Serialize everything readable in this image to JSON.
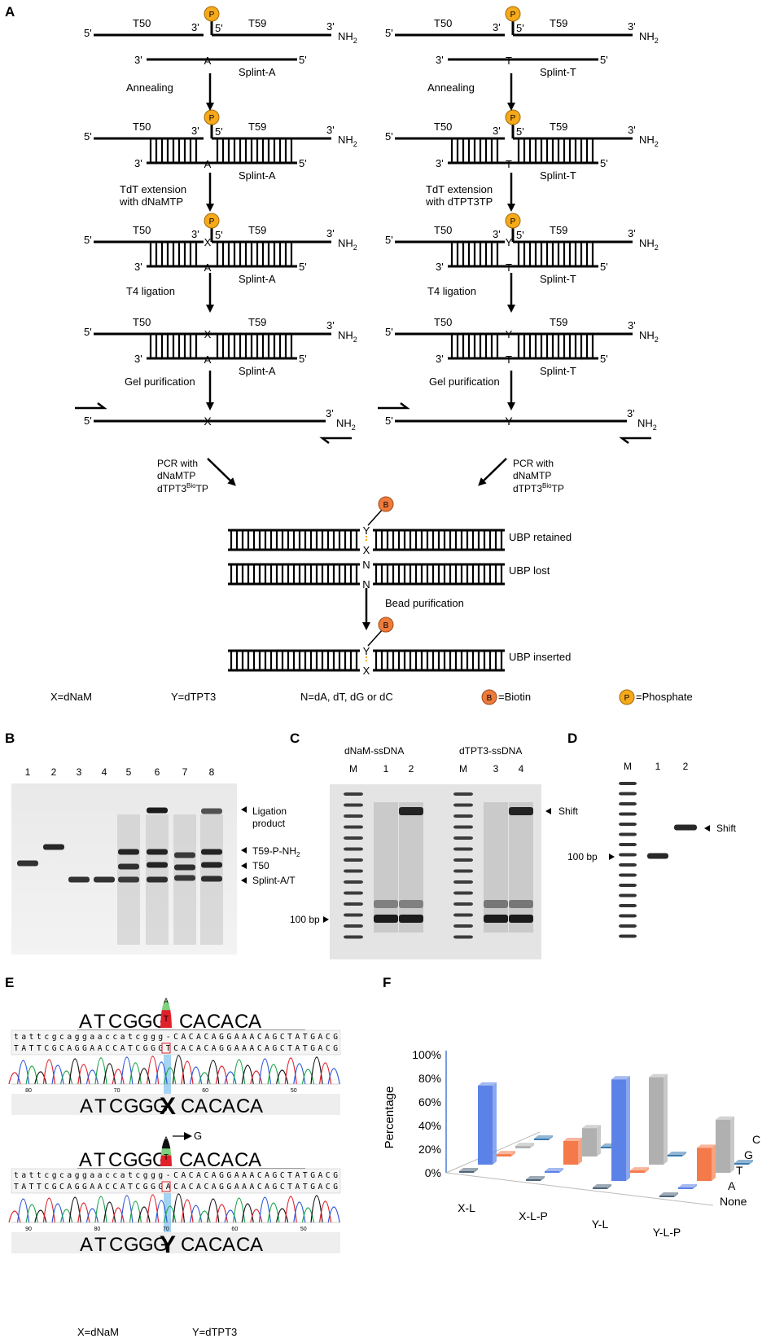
{
  "panels": {
    "A": "A",
    "B": "B",
    "C": "C",
    "D": "D",
    "E": "E",
    "F": "F"
  },
  "strands": {
    "T50": "T50",
    "T59": "T59",
    "splint_a": "Splint-A",
    "splint_t": "Splint-T",
    "p5": "5'",
    "p3": "3'",
    "nh2": "NH",
    "nh2_sub": "2"
  },
  "bases": {
    "A": "A",
    "T": "T",
    "X": "X",
    "Y": "Y",
    "N": "N",
    "P": "P",
    "B": "B"
  },
  "steps": {
    "annealing": "Annealing",
    "tdt_a_1": "TdT extension",
    "tdt_a_2": "with dNaMTP",
    "tdt_t_1": "TdT extension",
    "tdt_t_2": "with dTPT3TP",
    "ligation": "T4 ligation",
    "gel": "Gel purification",
    "pcr_1": "PCR with",
    "pcr_2": "dNaMTP",
    "pcr_3": "dTPT3",
    "pcr_3_sup": "Bio",
    "pcr_3_end": "TP",
    "bead": "Bead purification"
  },
  "duplex_labels": {
    "retained": "UBP retained",
    "lost": "UBP lost",
    "inserted": "UBP inserted"
  },
  "legend": {
    "x": "X=dNaM",
    "y": "Y=dTPT3",
    "n": "N=dA, dT, dG or dC",
    "b": "=Biotin",
    "p": "=Phosphate"
  },
  "gel_b": {
    "lanes": [
      "1",
      "2",
      "3",
      "4",
      "5",
      "6",
      "7",
      "8"
    ],
    "labels": {
      "ligation_1": "Ligation",
      "ligation_2": "product",
      "t59": "T59-P-NH",
      "t59_sub": "2",
      "t50": "T50",
      "splint": "Splint-A/T"
    }
  },
  "gel_c": {
    "title_left": "dNaM-ssDNA",
    "title_right": "dTPT3-ssDNA",
    "lanes": [
      "M",
      "1",
      "2",
      "M",
      "3",
      "4"
    ],
    "marker": "100 bp",
    "shift": "Shift"
  },
  "gel_d": {
    "lanes": [
      "M",
      "1",
      "2"
    ],
    "marker": "100 bp",
    "shift": "Shift"
  },
  "seq": {
    "logo_left": [
      {
        "c": "A",
        "col": "#7ed37e"
      },
      {
        "c": "T",
        "col": "#e0202a"
      },
      {
        "c": "C",
        "col": "#3a5fd8"
      },
      {
        "c": "G",
        "col": "#222222"
      },
      {
        "c": "G",
        "col": "#222222"
      },
      {
        "c": "G",
        "col": "#222222"
      }
    ],
    "logo_right": [
      {
        "c": "C",
        "col": "#3a5fd8"
      },
      {
        "c": "A",
        "col": "#7ed37e"
      },
      {
        "c": "C",
        "col": "#3a5fd8"
      },
      {
        "c": "A",
        "col": "#7ed37e"
      },
      {
        "c": "C",
        "col": "#3a5fd8"
      },
      {
        "c": "A",
        "col": "#7ed37e"
      }
    ],
    "read1_lower": "tattcgcaggaaccatcggg-CACACAGGAAACAGCTATGACG",
    "read1_upper": "TATTCGCAGGAACCATCGGGTCACACAGGAAACAGCTATGACG",
    "read2_lower": "tattcgcaggaaccatcggg-CACACAGGAAACAGCTATGACG",
    "read2_upper": "TATTCGCAGGAACCATCGGGACACACAGGAAACAGCTATGACG",
    "ticks1": [
      "80",
      "70",
      "60",
      "50"
    ],
    "ticks2": [
      "90",
      "80",
      "70",
      "60",
      "50"
    ],
    "big_x": "X",
    "big_y": "Y",
    "peak_a": "A",
    "peak_t": "T",
    "peak_g": "G",
    "legend_x": "X=dNaM",
    "legend_y": "Y=dTPT3"
  },
  "chart_data": {
    "type": "bar",
    "ylabel": "Percentage",
    "yticks": [
      "0%",
      "20%",
      "40%",
      "60%",
      "80%",
      "100%"
    ],
    "ylim": [
      0,
      100
    ],
    "categories": [
      "X-L",
      "X-L-P",
      "Y-L",
      "Y-L-P"
    ],
    "depth_labels": [
      "None",
      "A",
      "T",
      "G",
      "C"
    ],
    "series": [
      {
        "name": "None",
        "values": [
          0,
          1,
          0,
          1
        ],
        "color": "#4f6478"
      },
      {
        "name": "A",
        "values": [
          67,
          1,
          86,
          1
        ],
        "color": "#5b82e6"
      },
      {
        "name": "T",
        "values": [
          2,
          20,
          2,
          28
        ],
        "color": "#f47a4a"
      },
      {
        "name": "G",
        "values": [
          2,
          24,
          74,
          45
        ],
        "color": "#b0b0b0"
      },
      {
        "name": "C",
        "values": [
          0,
          0,
          1,
          0
        ],
        "color": "#3a7ab0"
      }
    ]
  }
}
